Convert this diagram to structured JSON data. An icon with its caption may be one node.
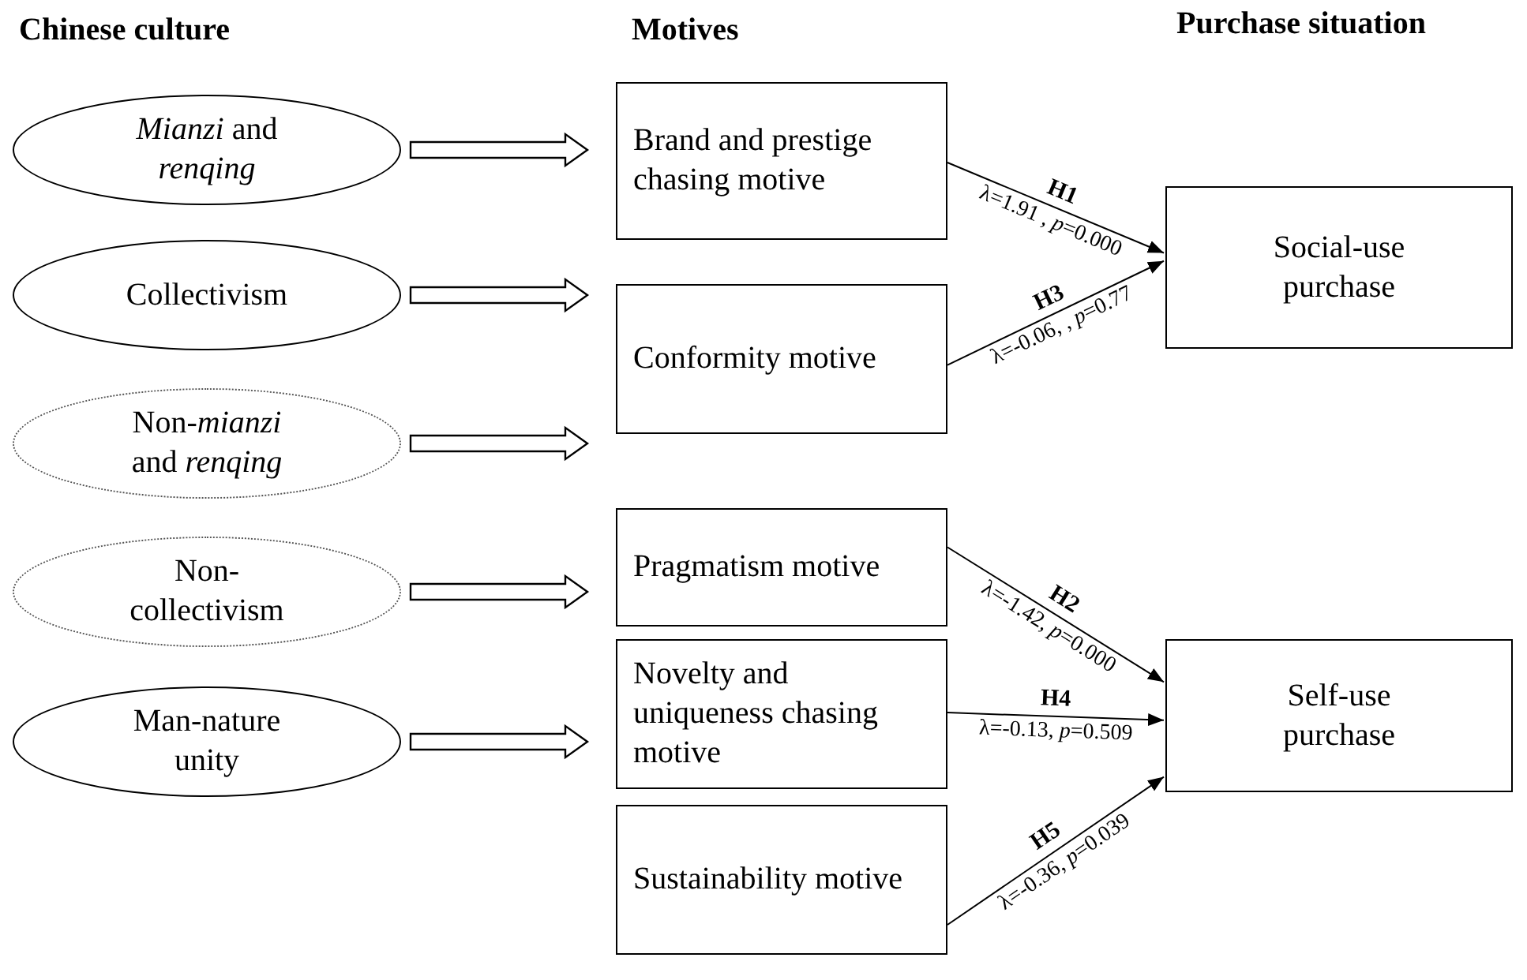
{
  "diagram": {
    "nodes": [
      {
        "text": [
          "*Mianzi* and *renqing*"
        ]
      },
      {
        "text": [
          "Collectivism"
        ]
      },
      {
        "text": [
          "Non-*mianzi* and *renqing*"
        ]
      },
      {
        "text": [
          "Non-collectivism"
        ]
      },
      {
        "text": [
          "Man-nature unity"
        ]
      },
      {
        "text": [
          "Brand and prestige chasing motive"
        ]
      },
      {
        "text": [
          "Conformity motive"
        ]
      },
      {
        "text": [
          "Pragmatism motive"
        ]
      },
      {
        "text": [
          "Novelty and uniqueness chasing motive"
        ]
      },
      {
        "text": [
          "Sustainability motive"
        ]
      },
      {
        "text": [
          "Social-use purchase"
        ]
      },
      {
        "text": [
          "Self-use purchase"
        ]
      }
    ],
    "edges": [
      {
        "from": 0,
        "to": 5,
        "arrow": "to",
        "style": "thick"
      },
      {
        "from": 1,
        "to": 6,
        "arrow": "to",
        "style": "thick"
      },
      {
        "from": 2,
        "to": 7,
        "arrow": "to",
        "style": "thick"
      },
      {
        "from": 3,
        "to": 8,
        "arrow": "to",
        "style": "thick"
      },
      {
        "from": 4,
        "to": 9,
        "arrow": "to",
        "style": "thick"
      },
      {
        "from": 5,
        "to": 10,
        "arrow": "to",
        "label": "H1"
      },
      {
        "from": 6,
        "to": 10,
        "arrow": "to",
        "label": "H3"
      },
      {
        "from": 7,
        "to": 11,
        "arrow": "to",
        "label": "H2"
      },
      {
        "from": 8,
        "to": 11,
        "arrow": "to",
        "label": "H4"
      },
      {
        "from": 9,
        "to": 11,
        "arrow": "to",
        "label": "H5"
      }
    ],
    "labels": [
      "Chinese culture",
      "Motives",
      "Purchase situation",
      "λ=1.91 , *p*=0.000",
      "λ=-0.06, , *p*=0.77",
      "λ=-1.42, *p*=0.000",
      "λ=-0.13, *p*=0.509",
      "λ=-0.36, *p*=0.039"
    ]
  }
}
